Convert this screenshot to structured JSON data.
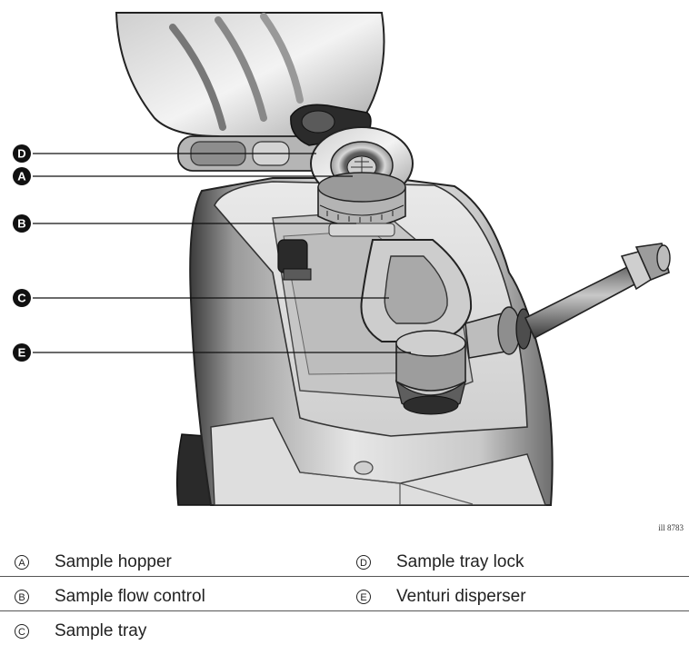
{
  "figure_id": "ill 8783",
  "callouts": [
    {
      "letter": "D"
    },
    {
      "letter": "A"
    },
    {
      "letter": "B"
    },
    {
      "letter": "C"
    },
    {
      "letter": "E"
    }
  ],
  "legend": {
    "rows": [
      {
        "left": {
          "letter": "A",
          "text": "Sample hopper"
        },
        "right": {
          "letter": "D",
          "text": "Sample tray lock"
        }
      },
      {
        "left": {
          "letter": "B",
          "text": "Sample flow control"
        },
        "right": {
          "letter": "E",
          "text": "Venturi disperser"
        }
      },
      {
        "left": {
          "letter": "C",
          "text": "Sample tray"
        }
      }
    ]
  }
}
